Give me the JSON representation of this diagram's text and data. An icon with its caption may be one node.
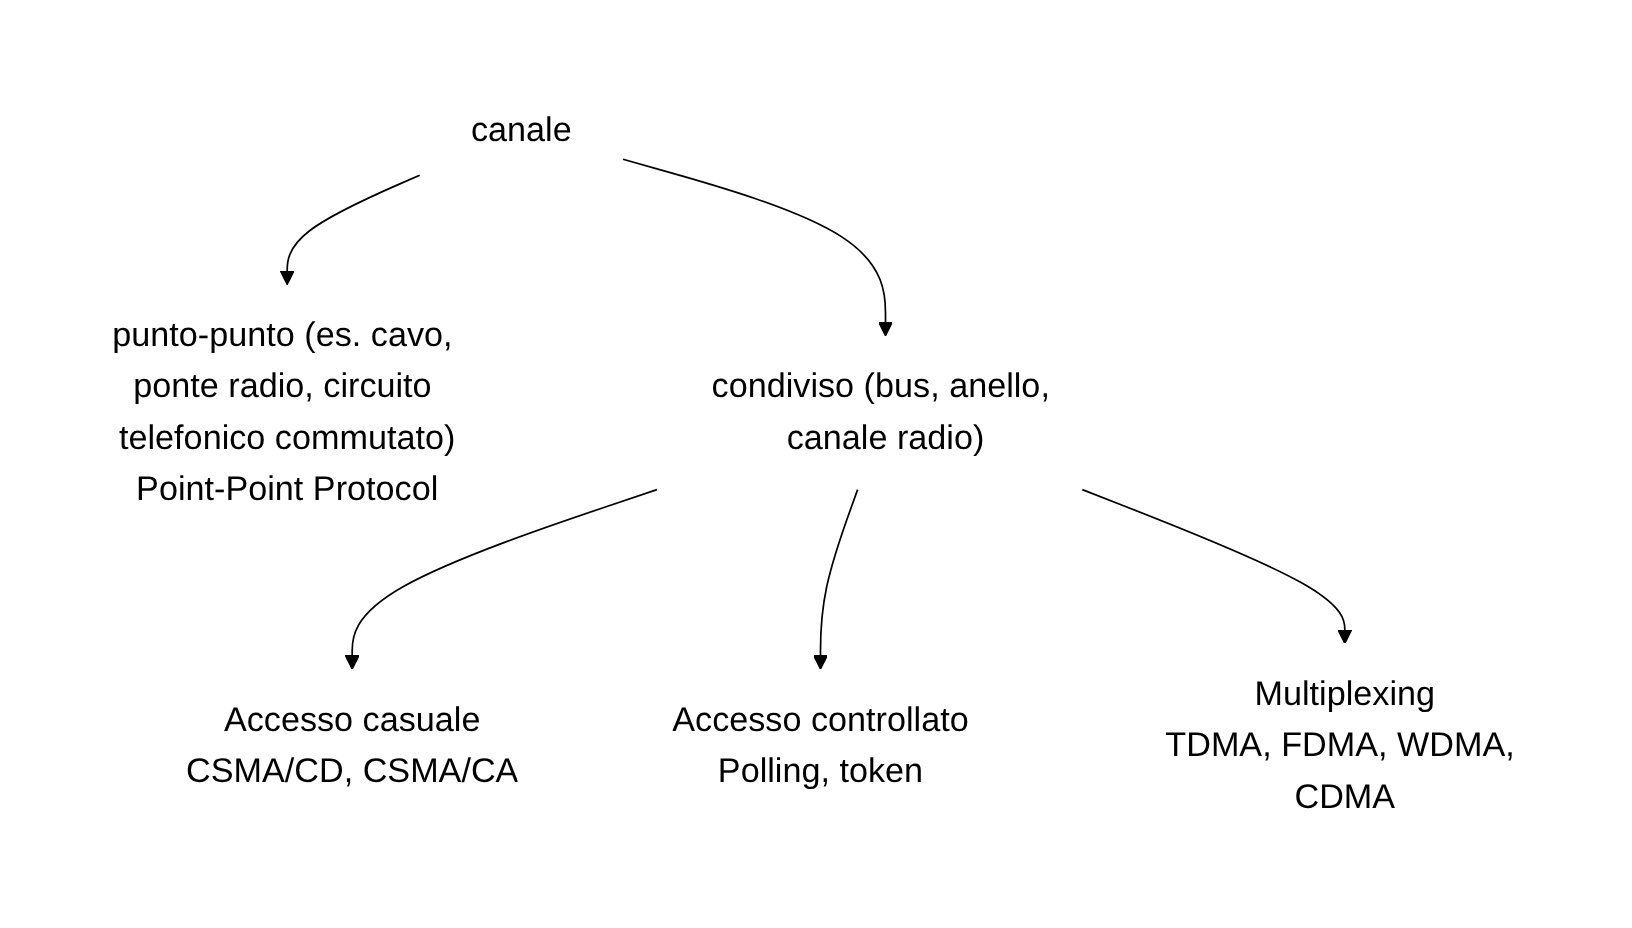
{
  "diagram": {
    "nodes": [
      {
        "text": [
          "canale"
        ]
      },
      {
        "text": [
          "punto-punto (es. cavo, ponte radio, circuito telefonico commutato)",
          "Point-Point Protocol"
        ]
      },
      {
        "text": [
          "condiviso (bus, anello, canale radio)"
        ]
      },
      {
        "text": [
          "Accesso casuale",
          "CSMA/CD, CSMA/CA"
        ]
      },
      {
        "text": [
          "Accesso controllato",
          "Polling, token"
        ]
      },
      {
        "text": [
          "Multiplexing",
          "TDMA, FDMA, WDMA, CDMA"
        ]
      }
    ],
    "edges": [
      {
        "from": 0,
        "to": 1,
        "arrow": "to"
      },
      {
        "from": 0,
        "to": 2,
        "arrow": "to"
      },
      {
        "from": 2,
        "to": 3,
        "arrow": "to"
      },
      {
        "from": 2,
        "to": 4,
        "arrow": "to"
      },
      {
        "from": 2,
        "to": 5,
        "arrow": "to"
      }
    ]
  }
}
